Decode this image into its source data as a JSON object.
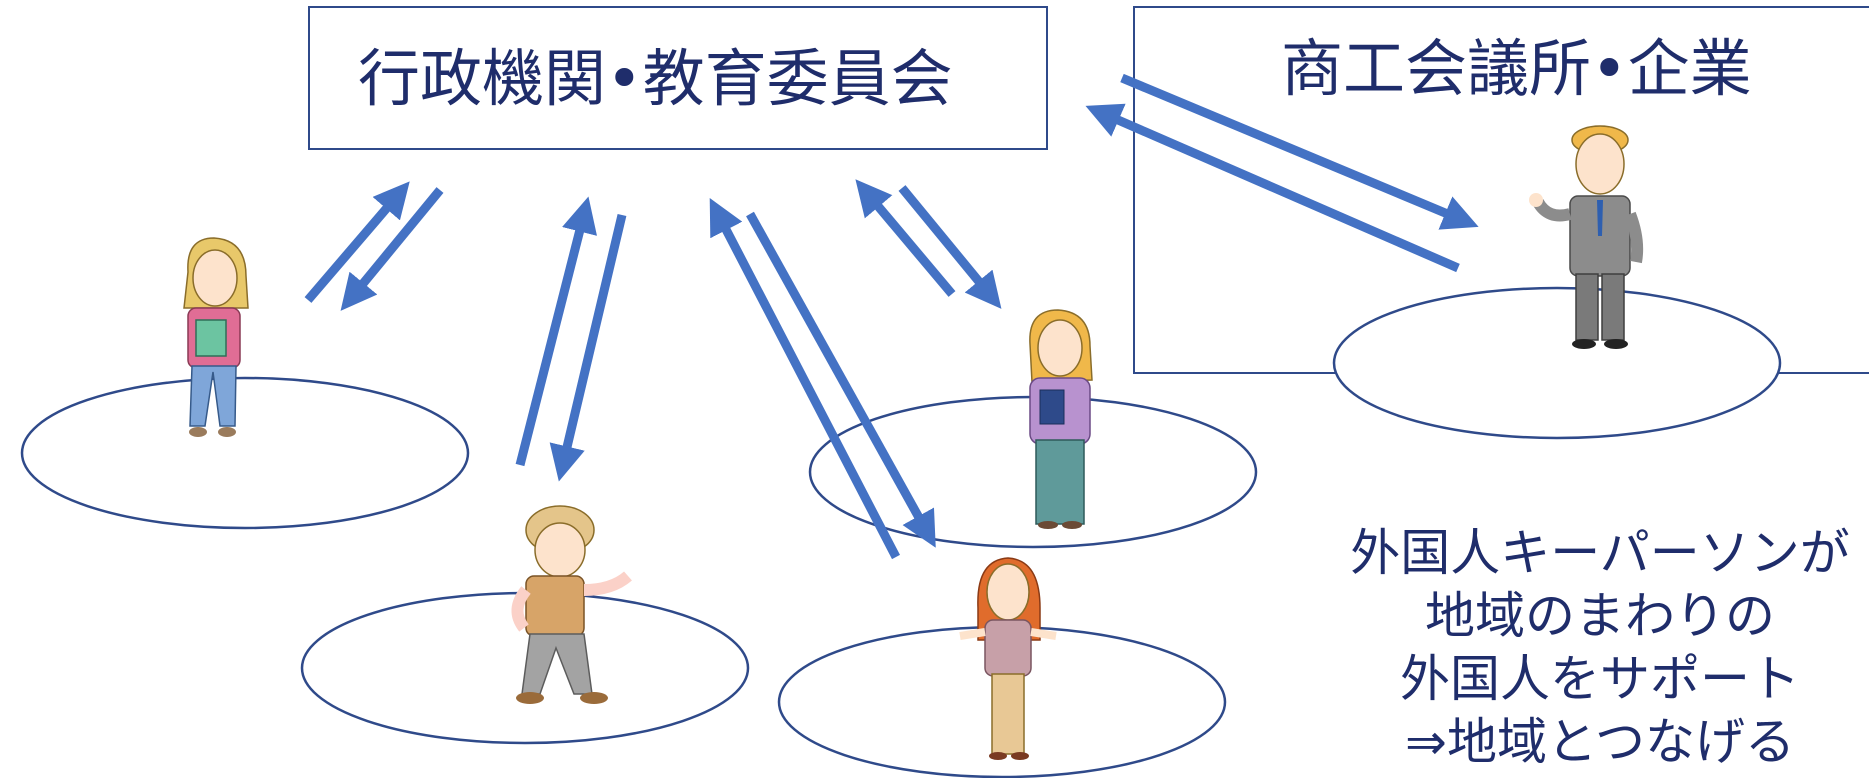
{
  "admin_box": {
    "title": "行政機関•教育委員会"
  },
  "commerce_box": {
    "title": "商工会議所•企業"
  },
  "caption": {
    "lines": [
      "外国人キーパーソンが",
      "地域のまわりの",
      "外国人をサポート",
      "⇒地域とつなげる"
    ]
  },
  "colors": {
    "arrow": "#4472c4",
    "outline": "#2f4a8a",
    "text": "#1f2d6b"
  },
  "figures": [
    "woman-with-books",
    "elderly-man",
    "student-with-notebook",
    "woman-shrugging",
    "businessman-waving"
  ]
}
